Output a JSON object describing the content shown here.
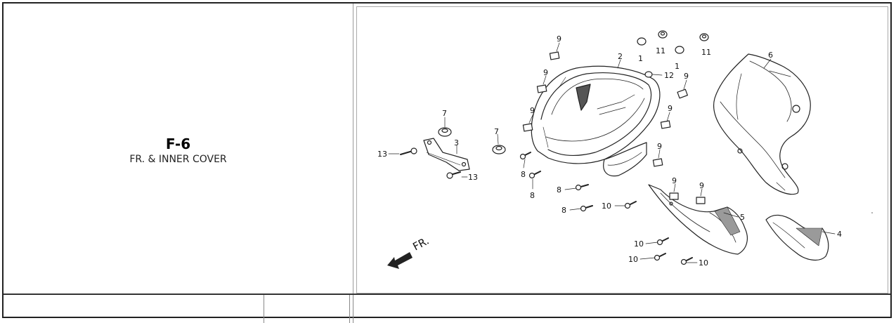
{
  "section": {
    "code": "F-6",
    "name": "FR. & INNER COVER"
  },
  "direction": {
    "label": "FR."
  },
  "callouts": [
    {
      "id": "c1",
      "text": "9"
    },
    {
      "id": "c2",
      "text": "1"
    },
    {
      "id": "c3",
      "text": "11"
    },
    {
      "id": "c4",
      "text": "1"
    },
    {
      "id": "c5",
      "text": "11"
    },
    {
      "id": "c6",
      "text": "2"
    },
    {
      "id": "c7",
      "text": "12"
    },
    {
      "id": "c8",
      "text": "9"
    },
    {
      "id": "c9",
      "text": "9"
    },
    {
      "id": "c10",
      "text": "9"
    },
    {
      "id": "c11",
      "text": "9"
    },
    {
      "id": "c12",
      "text": "6"
    },
    {
      "id": "c13",
      "text": "7"
    },
    {
      "id": "c14",
      "text": "3"
    },
    {
      "id": "c15",
      "text": "7"
    },
    {
      "id": "c16",
      "text": "13"
    },
    {
      "id": "c17",
      "text": "13"
    },
    {
      "id": "c18",
      "text": "8"
    },
    {
      "id": "c19",
      "text": "8"
    },
    {
      "id": "c20",
      "text": "9"
    },
    {
      "id": "c21",
      "text": "8"
    },
    {
      "id": "c22",
      "text": "8"
    },
    {
      "id": "c23",
      "text": "10"
    },
    {
      "id": "c24",
      "text": "9"
    },
    {
      "id": "c25",
      "text": "9"
    },
    {
      "id": "c26",
      "text": "5"
    },
    {
      "id": "c27",
      "text": "4"
    },
    {
      "id": "c28",
      "text": "10"
    },
    {
      "id": "c29",
      "text": "10"
    },
    {
      "id": "c30",
      "text": "10"
    }
  ],
  "colors": {
    "line": "#222222",
    "frame": "#222222",
    "shade": "#8a8a8a"
  }
}
